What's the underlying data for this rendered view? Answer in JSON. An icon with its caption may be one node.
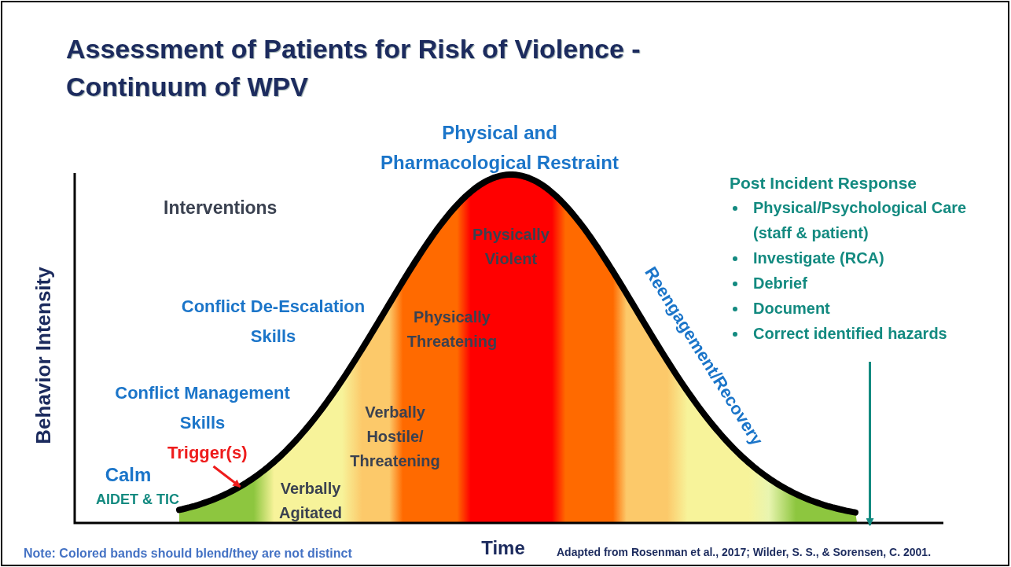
{
  "diagram": {
    "title": "Assessment of Patients for Risk of Violence - Continuum of WPV",
    "nodes": [
      {
        "text": [
          "Post Incident Response",
          "Physical/Psychological Care (staff & patient)",
          "Investigate (RCA)",
          "Debrief",
          "Document",
          "Correct identified hazards"
        ]
      },
      {
        "text": [
          "Trigger(s)"
        ]
      }
    ],
    "edges": [
      {
        "from": 0,
        "to": null,
        "arrow": "to"
      },
      {
        "from": 1,
        "to": null,
        "arrow": "to",
        "color": "#ee1c1c"
      }
    ],
    "labels": [
      "Physical and Pharmacological Restraint",
      "Interventions",
      "Physically Violent",
      "Reengagement/Recovery",
      "Conflict De-Escalation Skills",
      "Physically Threatening",
      "Conflict Management Skills",
      "Verbally Hostile/ Threatening",
      "Calm",
      "AIDET & TIC",
      "Verbally Agitated",
      "Behavior Intensity",
      "Note: Colored bands should blend/they are not distinct",
      "Time",
      "Adapted from Rosenman et al., 2017; Wilder, S. S., & Sorensen, C. 2001."
    ]
  }
}
